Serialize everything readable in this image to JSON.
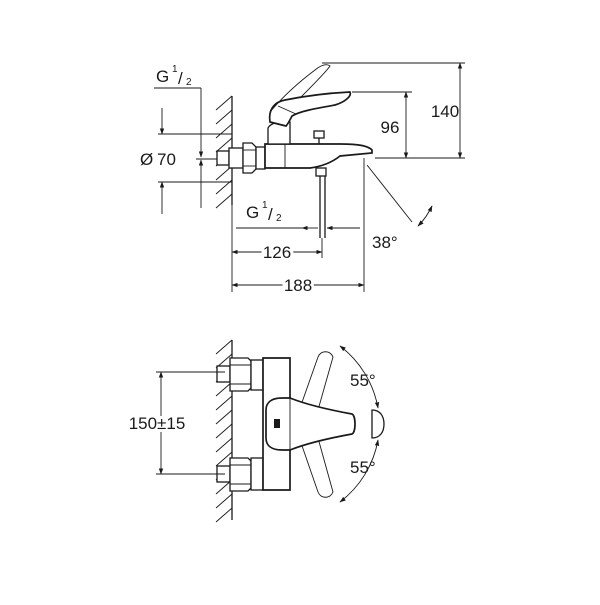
{
  "labels": {
    "thread_top": "G",
    "thread_top_num": "1",
    "thread_top_den": "2",
    "dia_symbol": "Ø",
    "dia_value": "70",
    "height_96": "96",
    "height_140": "140",
    "thread_bottom": "G",
    "thread_bottom_num": "1",
    "thread_bottom_den": "2",
    "angle_spout": "38°",
    "dim_126": "126",
    "dim_188": "188",
    "centers": "150±15",
    "swing_top": "55°",
    "swing_bottom": "55°"
  }
}
